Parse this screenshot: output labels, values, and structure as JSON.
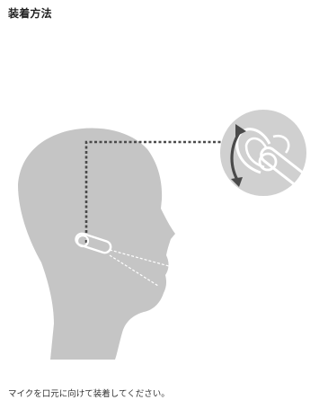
{
  "page": {
    "title": "装着方法",
    "caption": "マイクを口元に向けて装着してください。"
  },
  "colors": {
    "head_fill": "#c5c5c5",
    "detail_circle": "#d0d0d0",
    "dotted_line": "#4a4a4a",
    "arrow": "#4a4a4a",
    "earpiece_stroke": "#ffffff"
  },
  "icons": {
    "rotation_arrow": "double-headed-curved-arrow"
  }
}
